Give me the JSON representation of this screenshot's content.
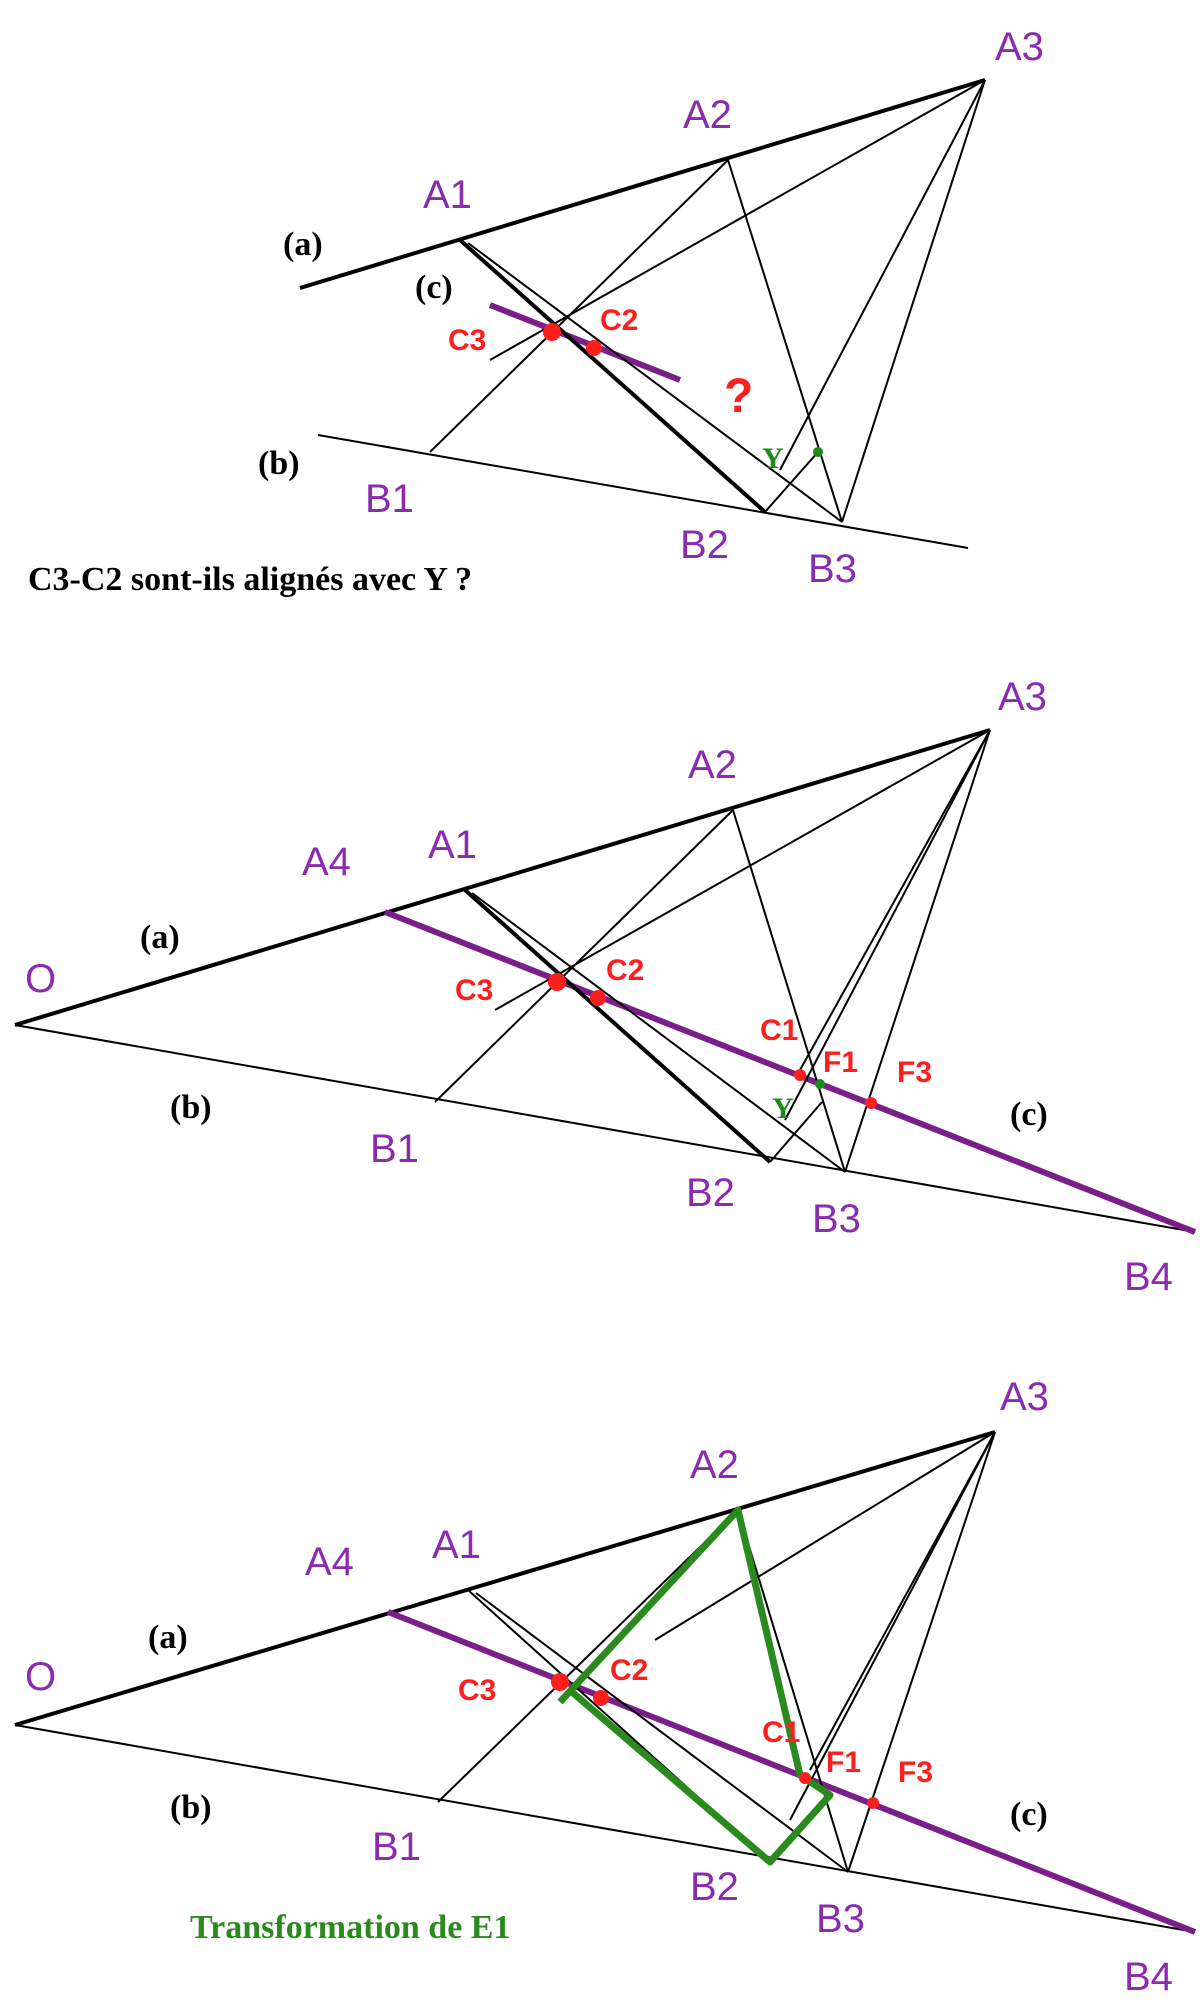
{
  "labels": {
    "A1": "A1",
    "A2": "A2",
    "A3": "A3",
    "A4": "A4",
    "B1": "B1",
    "B2": "B2",
    "B3": "B3",
    "B4": "B4",
    "O": "O",
    "C1": "C1",
    "C2": "C2",
    "C3": "C3",
    "F1": "F1",
    "F3": "F3",
    "Y": "Y",
    "line_a": "(a)",
    "line_b": "(b)",
    "line_c": "(c)",
    "question": "?"
  },
  "captions": {
    "panel1": "C3-C2 sont-ils alignés avec Y ?",
    "panel3": "Transformation de E1"
  },
  "colors": {
    "point_label": "#8a2bb0",
    "construction_label": "#ff1e1e",
    "line_c": "#7a1f8a",
    "transformation": "#2a8a1e",
    "lines": "#000000"
  }
}
